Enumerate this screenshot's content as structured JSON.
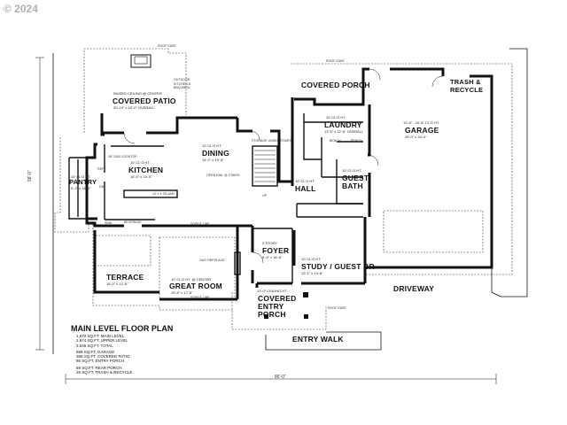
{
  "watermark": "© 2024",
  "plan_title": "MAIN LEVEL FLOOR PLAN",
  "area_summary": [
    "1,672 SQ.FT. MAIN LEVEL",
    "1,974 SQ.FT. UPPER LEVEL",
    "3,646 SQ.FT. TOTAL",
    "",
    "869 SQ.FT. GARAGE",
    "356 SQ.FT. COVERED PATIO",
    "86 SQ.FT. ENTRY PORCH",
    "",
    "69 SQ.FT. REAR PORCH",
    "25 SQ.FT. TRASH & RECYCLE"
  ],
  "rooms": {
    "covered_patio": {
      "name": "COVERED PATIO",
      "note": "RAISED CEILING @ CENTER",
      "dims": "20'-10\" x 18'-0\" OVERALL"
    },
    "dining": {
      "name": "DINING",
      "ceiling": "10' CL'G HT.",
      "dims": "14'-0\" x 19'-5\""
    },
    "kitchen": {
      "name": "KITCHEN",
      "ceiling": "10' CL'G HT.",
      "dims": "15'-5\" x 15'-5\""
    },
    "pantry": {
      "name": "PANTRY",
      "ceiling": "10' CL'G HT.",
      "dims": "5'-2\" x 14'-9\""
    },
    "great_room": {
      "name": "GREAT ROOM",
      "note": "10' CL'G HT. @ CENTER",
      "dims": "19'-8\" x 17'-8\""
    },
    "terrace": {
      "name": "TERRACE",
      "dims": "18'-0\" x 12'-8\""
    },
    "foyer": {
      "name": "FOYER",
      "note": "2 STORY",
      "dims": "8'-9\" x 16'-6\""
    },
    "study": {
      "name": "STUDY / GUEST BR",
      "ceiling": "10' CL'G HT.",
      "dims": "13'-1\" x 14'-8\""
    },
    "hall": {
      "name": "HALL",
      "ceiling": "10' CL'G HT."
    },
    "guest_bath": {
      "name": "GUEST BATH",
      "ceiling": "10' CL'G HT."
    },
    "laundry": {
      "name": "LAUNDRY",
      "ceiling": "10' CL'G HT.",
      "dims": "13'-5\" x 12'-6\" OVERALL"
    },
    "covered_porch": {
      "name": "COVERED PORCH"
    },
    "trash": {
      "name": "TRASH & RECYCLE"
    },
    "garage": {
      "name": "GARAGE",
      "ceiling": "12'-8\" - 10'-8\" CL'G HT.",
      "dims": "29'-0\" x 34'-0\""
    },
    "covered_entry": {
      "name": "COVERED ENTRY PORCH",
      "ceiling": "12'-0\" CEILING HT."
    },
    "driveway": {
      "name": "DRIVEWAY"
    },
    "entry_walk": {
      "name": "ENTRY WALK"
    }
  },
  "notes": {
    "roof_eave_1": "ROOF EAVE",
    "roof_eave_2": "ROOF EAVE",
    "roof_eave_3": "ROOF EAVE",
    "outdoor_kitchen": "OUTDOOR KITCHEN & BBQ AREA",
    "storage": "STORAGE UNDER STAIRS",
    "open_rail": "OPEN RAIL @ STAIRS",
    "gas_cooktop": "36\" GAS COOKTOP",
    "island": "10' x 4' ISLAND",
    "gas_fireplace": "GAS FIREPLACE",
    "bench_1": "BENCH",
    "bench_2": "BENCH",
    "soffit_1": "SOFFIT LINE",
    "soffit_2": "SOFFIT LINE",
    "beverage": "BEVERAGE",
    "sink": "SINK",
    "up": "UP",
    "dw": "DW",
    "ref": "REF"
  },
  "dimensions": {
    "overall_width": "85'-0\"",
    "overall_depth": "58'-0\""
  },
  "colors": {
    "wall": "#111111",
    "dashed": "#333333",
    "copyright": "#b0b0b0"
  }
}
